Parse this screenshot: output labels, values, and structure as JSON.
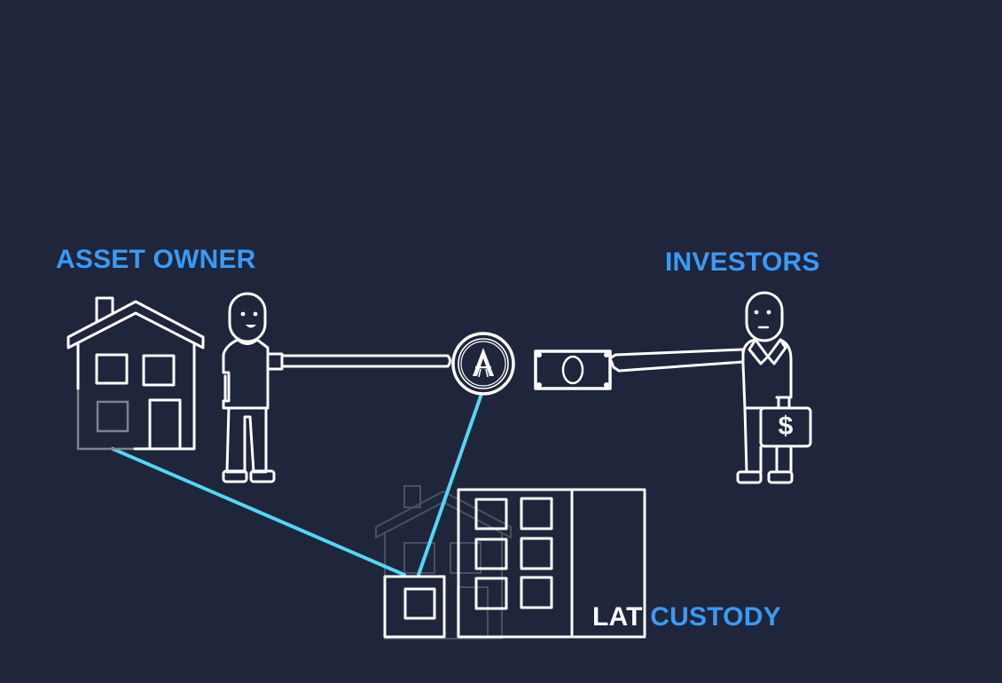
{
  "diagram": {
    "title": "LAT asset tokenization flow",
    "labels": {
      "asset_owner": "ASSET OWNER",
      "investors": "INVESTORS",
      "custody_prefix": "LAT",
      "custody_suffix": "CUSTODY"
    },
    "colors": {
      "background": "#1f263b",
      "accent_blue": "#3b9af5",
      "link_cyan": "#55d6f5",
      "stroke": "#ffffff"
    },
    "icons": {
      "house": "house-icon",
      "asset_owner_person": "person-icon",
      "token_coin": "lat-token-icon",
      "banknote": "banknote-icon",
      "investor_person": "investor-person-icon",
      "briefcase": "briefcase-dollar-icon",
      "custody_building": "building-icon",
      "vault": "vault-icon"
    },
    "briefcase_symbol": "$",
    "token_glyph": "A",
    "connections": [
      {
        "from": "house",
        "to": "vault"
      },
      {
        "from": "token_coin",
        "to": "vault"
      },
      {
        "from": "asset_owner_person",
        "to": "token_coin"
      },
      {
        "from": "investor_person",
        "to": "banknote"
      }
    ]
  }
}
